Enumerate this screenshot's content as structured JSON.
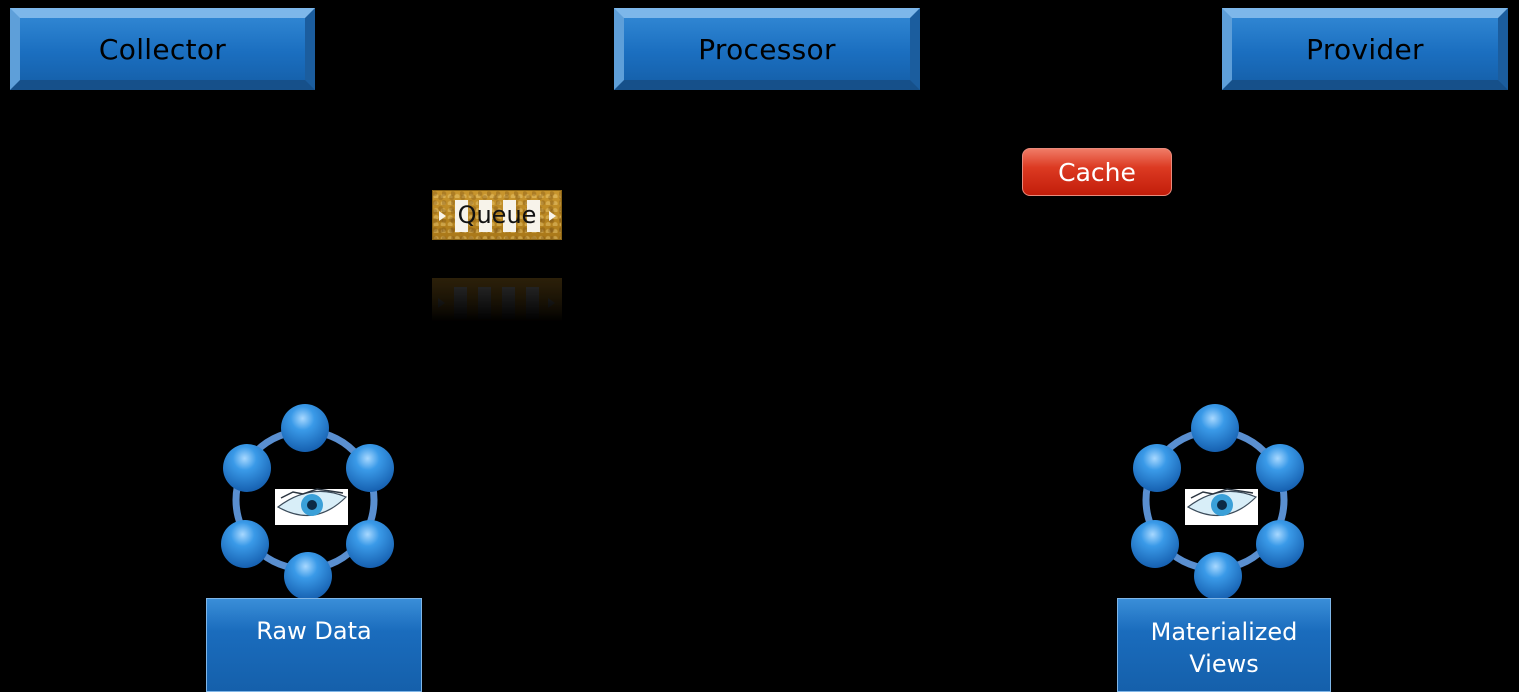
{
  "headers": {
    "collector": "Collector",
    "processor": "Processor",
    "provider": "Provider"
  },
  "cache": {
    "label": "Cache"
  },
  "queue": {
    "label": "Queue"
  },
  "clusters": {
    "left_label": "Raw Data",
    "right_label_line1": "Materialized",
    "right_label_line2": "Views"
  },
  "colors": {
    "background": "#000000",
    "header_blue": "#1f74c4",
    "cache_red": "#d8321b",
    "queue_gold": "#b98620",
    "node_blue": "#2f8fe0"
  },
  "icons": {
    "cluster_logo": "eye-icon"
  }
}
